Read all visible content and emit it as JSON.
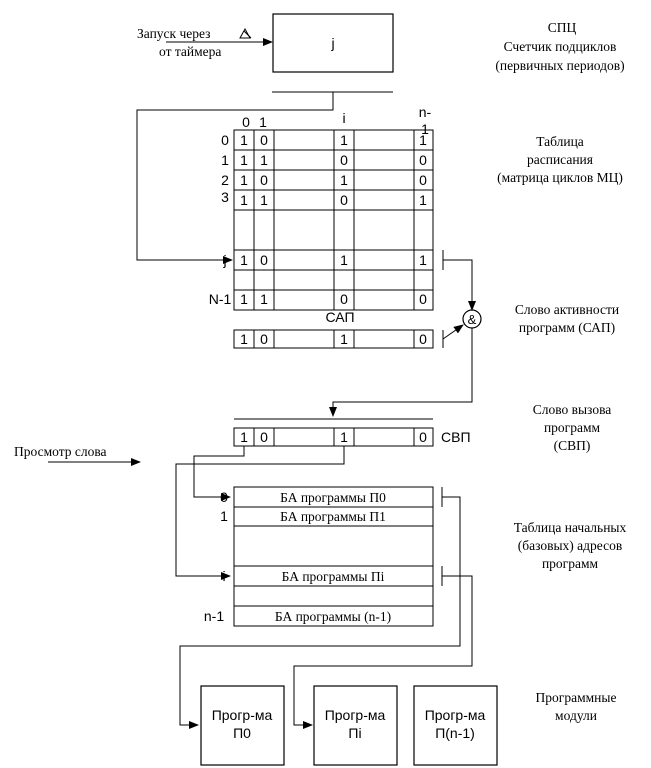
{
  "timer_label": [
    "Запуск через",
    "от таймера"
  ],
  "delta_symbol": "Δt",
  "counter_value": "j",
  "spc_label": [
    "СПЦ",
    "Счетчик подциклов",
    "(первичных  периодов)"
  ],
  "col_headers": {
    "c0": "0",
    "c1": "1",
    "ci": "i",
    "cn": [
      "n-",
      "1"
    ]
  },
  "row_labels": [
    "0",
    "1",
    "2",
    "3",
    "j",
    "N-1"
  ],
  "schedule_rows": [
    [
      "1",
      "0",
      "1",
      "1"
    ],
    [
      "1",
      "1",
      "0",
      "0"
    ],
    [
      "1",
      "0",
      "1",
      "0"
    ],
    [
      "1",
      "1",
      "0",
      "1"
    ]
  ],
  "row_j": [
    "1",
    "0",
    "1",
    "1"
  ],
  "row_n1": [
    "1",
    "1",
    "0",
    "0"
  ],
  "schedule_label": [
    "Таблица",
    "расписания",
    "(матрица циклов МЦ)"
  ],
  "sap_abbr": "САП",
  "sap_cells": [
    "1",
    "0",
    "1",
    "0"
  ],
  "and_symbol": "&",
  "sap_label": [
    "Слово активности",
    "программ (САП)"
  ],
  "svp_cells": [
    "1",
    "0",
    "1",
    "0"
  ],
  "svp_abbr": "СВП",
  "svp_label": [
    "Слово вызова",
    "программ",
    "(СВП)"
  ],
  "view_word": "Просмотр слова",
  "base_rows": [
    {
      "index": "0",
      "text": "БА программы П0"
    },
    {
      "index": "1",
      "text": "БА программы П1"
    },
    {
      "index": "i",
      "text": "БА программы Пi"
    },
    {
      "index": "n-1",
      "text": "БА программы (n-1)"
    }
  ],
  "base_label": [
    "Таблица начальных",
    "(базовых) адресов",
    "программ"
  ],
  "modules": [
    [
      "Прогр-ма",
      "П0"
    ],
    [
      "Прогр-ма",
      "Пi"
    ],
    [
      "Прогр-ма",
      "П(n-1)"
    ]
  ],
  "modules_label": [
    "Программные",
    "модули"
  ]
}
